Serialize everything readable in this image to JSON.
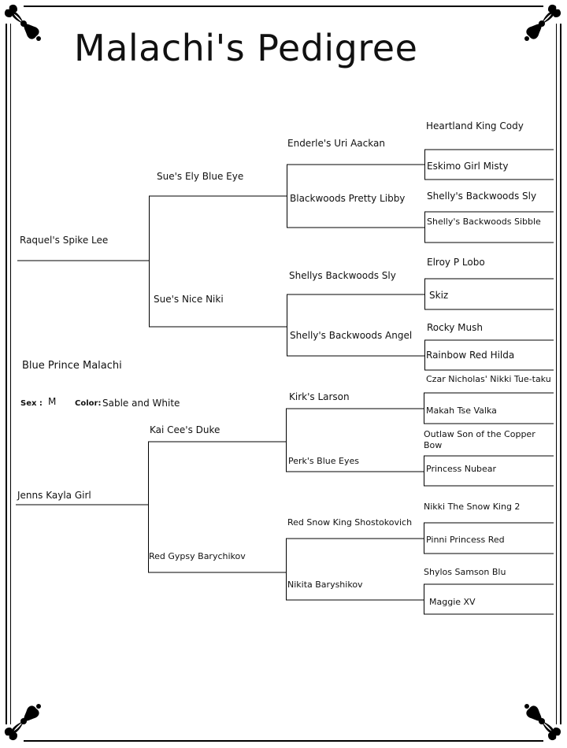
{
  "title": "Malachi's Pedigree",
  "subject": {
    "name": "Blue Prince Malachi",
    "sex_label": "Sex :",
    "sex": "M",
    "color_label": "Color:",
    "color": "Sable and White"
  },
  "sire": {
    "name": "Raquel's Spike Lee",
    "sire": {
      "name": "Sue's Ely Blue Eye",
      "sire": {
        "name": "Enderle's Uri Aackan",
        "sire": "Heartland King Cody",
        "dam": "Eskimo Girl Misty"
      },
      "dam": {
        "name": "Blackwoods Pretty Libby",
        "sire": "Shelly's Backwoods Sly",
        "dam": "Shelly's Backwoods Sibble"
      }
    },
    "dam": {
      "name": "Sue's Nice Niki",
      "sire": {
        "name": "Shellys Backwoods Sly",
        "sire": "Elroy P Lobo",
        "dam": "Skiz"
      },
      "dam": {
        "name": "Shelly's Backwoods Angel",
        "sire": "Rocky Mush",
        "dam": "Rainbow Red Hilda"
      }
    }
  },
  "dam": {
    "name": "Jenns Kayla Girl",
    "sire": {
      "name": "Kai Cee's Duke",
      "sire": {
        "name": "Kirk's Larson",
        "sire": "Czar Nicholas' Nikki Tue-taku",
        "dam": "Makah Tse Valka"
      },
      "dam": {
        "name": "Perk's Blue Eyes",
        "sire": "Outlaw Son of the Copper Bow",
        "dam": "Princess Nubear"
      }
    },
    "dam": {
      "name": "Red Gypsy Barychikov",
      "sire": {
        "name": "Red Snow King Shostokovich",
        "sire": "Nikki The Snow King 2",
        "dam": "Pinni Princess Red"
      },
      "dam": {
        "name": "Nikita Baryshikov",
        "sire": "Shylos Samson Blu",
        "dam": "Maggie XV"
      }
    }
  }
}
